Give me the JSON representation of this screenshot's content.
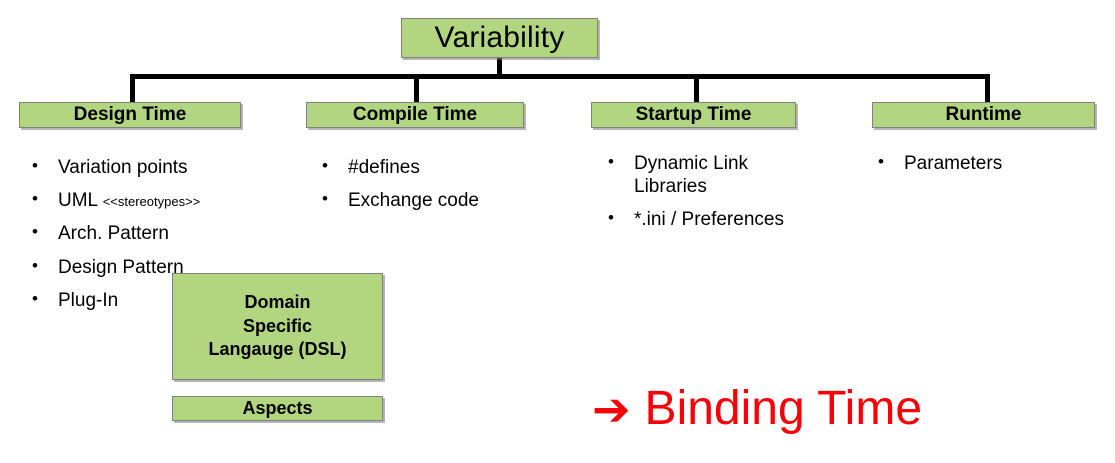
{
  "diagram": {
    "root": {
      "label": "Variability"
    },
    "categories": [
      {
        "id": "design-time",
        "label": "Design Time"
      },
      {
        "id": "compile-time",
        "label": "Compile Time"
      },
      {
        "id": "startup-time",
        "label": "Startup Time"
      },
      {
        "id": "runtime",
        "label": "Runtime"
      }
    ],
    "columns": [
      {
        "id": "design-time",
        "bullet": "•",
        "items": [
          {
            "text": "Variation points"
          },
          {
            "text": "UML ",
            "tag": "<<stereotypes>>"
          },
          {
            "text": "Arch. Pattern"
          },
          {
            "text": "Design Pattern"
          },
          {
            "text": "Plug-In"
          }
        ]
      },
      {
        "id": "compile-time",
        "bullet": "•",
        "items": [
          {
            "text": "#defines"
          },
          {
            "text": "Exchange code"
          }
        ]
      },
      {
        "id": "startup-time",
        "bullet": "•",
        "items": [
          {
            "text": "Dynamic Link\nLibraries"
          },
          {
            "text": "*.ini / Preferences"
          }
        ]
      },
      {
        "id": "runtime",
        "bullet": "•",
        "items": [
          {
            "text": "Parameters"
          }
        ]
      }
    ],
    "aux_boxes": [
      {
        "id": "dsl",
        "label": "Domain\nSpecific\nLangauge (DSL)"
      },
      {
        "id": "aspects",
        "label": "Aspects"
      }
    ],
    "callout": {
      "arrow": "➔",
      "label": "Binding Time"
    }
  },
  "colors": {
    "box_fill": "#b2d57f",
    "box_border": "#808080",
    "connector": "#000000",
    "callout": "#fb0007",
    "text": "#000000"
  }
}
